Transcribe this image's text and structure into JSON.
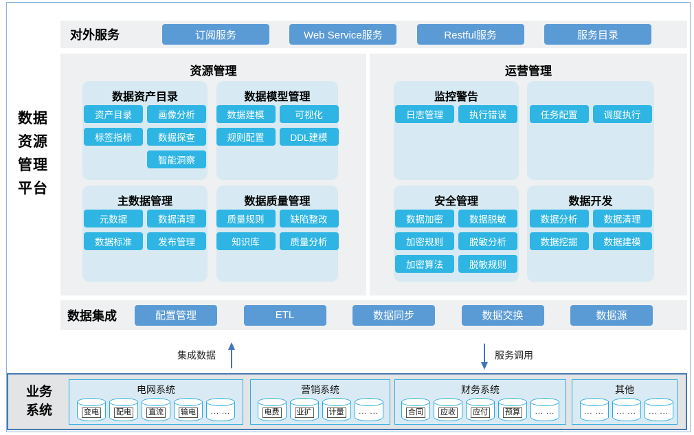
{
  "platform_label": "数据资源管理平台",
  "external_services": {
    "label": "对外服务",
    "buttons": [
      "订阅服务",
      "Web Service服务",
      "Restful服务",
      "服务目录"
    ]
  },
  "panels": [
    {
      "title": "资源管理",
      "blocks": [
        {
          "title": "数据资产目录",
          "rows": [
            [
              "资产目录",
              "画像分析"
            ],
            [
              "标签指标",
              "数据探查"
            ],
            [
              null,
              "智能洞察"
            ]
          ]
        },
        {
          "title": "数据模型管理",
          "rows": [
            [
              "数据建模",
              "可视化"
            ],
            [
              "规则配置",
              "DDL建模"
            ]
          ]
        },
        {
          "title": "主数据管理",
          "rows": [
            [
              "元数据",
              "数据清理"
            ],
            [
              "数据标准",
              "发布管理"
            ]
          ]
        },
        {
          "title": "数据质量管理",
          "rows": [
            [
              "质量规则",
              "缺陷整改"
            ],
            [
              "知识库",
              "质量分析"
            ]
          ]
        }
      ]
    },
    {
      "title": "运营管理",
      "blocks": [
        {
          "title": "监控警告",
          "rows": [
            [
              "日志管理",
              "执行错误"
            ]
          ]
        },
        {
          "title": "",
          "rows": [
            [
              "任务配置",
              "调度执行"
            ]
          ]
        },
        {
          "title": "安全管理",
          "rows": [
            [
              "数据加密",
              "数据脱敏"
            ],
            [
              "加密规则",
              "脱敏分析"
            ],
            [
              "加密算法",
              "脱敏规则"
            ]
          ]
        },
        {
          "title": "数据开发",
          "rows": [
            [
              "数据分析",
              "数据清理"
            ],
            [
              "数据挖掘",
              "数据建模"
            ]
          ]
        }
      ]
    }
  ],
  "data_integration": {
    "label": "数据集成",
    "buttons": [
      "配置管理",
      "ETL",
      "数据同步",
      "数据交换",
      "数据源"
    ]
  },
  "flows": {
    "up_label": "集成数据",
    "down_label": "服务调用"
  },
  "business_systems": {
    "label": "业务系统",
    "groups": [
      {
        "title": "电网系统",
        "items": [
          "变电",
          "配电",
          "直流",
          "输电"
        ],
        "more": [
          "... ..."
        ]
      },
      {
        "title": "营销系统",
        "items": [
          "电费",
          "业扩",
          "计量"
        ],
        "more": [
          "... ..."
        ]
      },
      {
        "title": "财务系统",
        "items": [
          "合同",
          "应收",
          "应付",
          "预算"
        ],
        "more": [
          "... ..."
        ]
      },
      {
        "title": "其他",
        "items": [],
        "more": [
          "... ...",
          "... ...",
          "... ..."
        ]
      }
    ]
  },
  "colors": {
    "primary_button": "#5B9BD5",
    "cyan_button": "#2EB5E3",
    "block_bg": "#D7E9F2",
    "section_bg": "#EEF0F1",
    "bottom_strip_bg": "#E2E4E5",
    "bottom_strip_border": "#4679B2",
    "cyan_border": "#2AACE3",
    "arrow": "#4472C4",
    "outer_border": "#8AB4DC"
  }
}
